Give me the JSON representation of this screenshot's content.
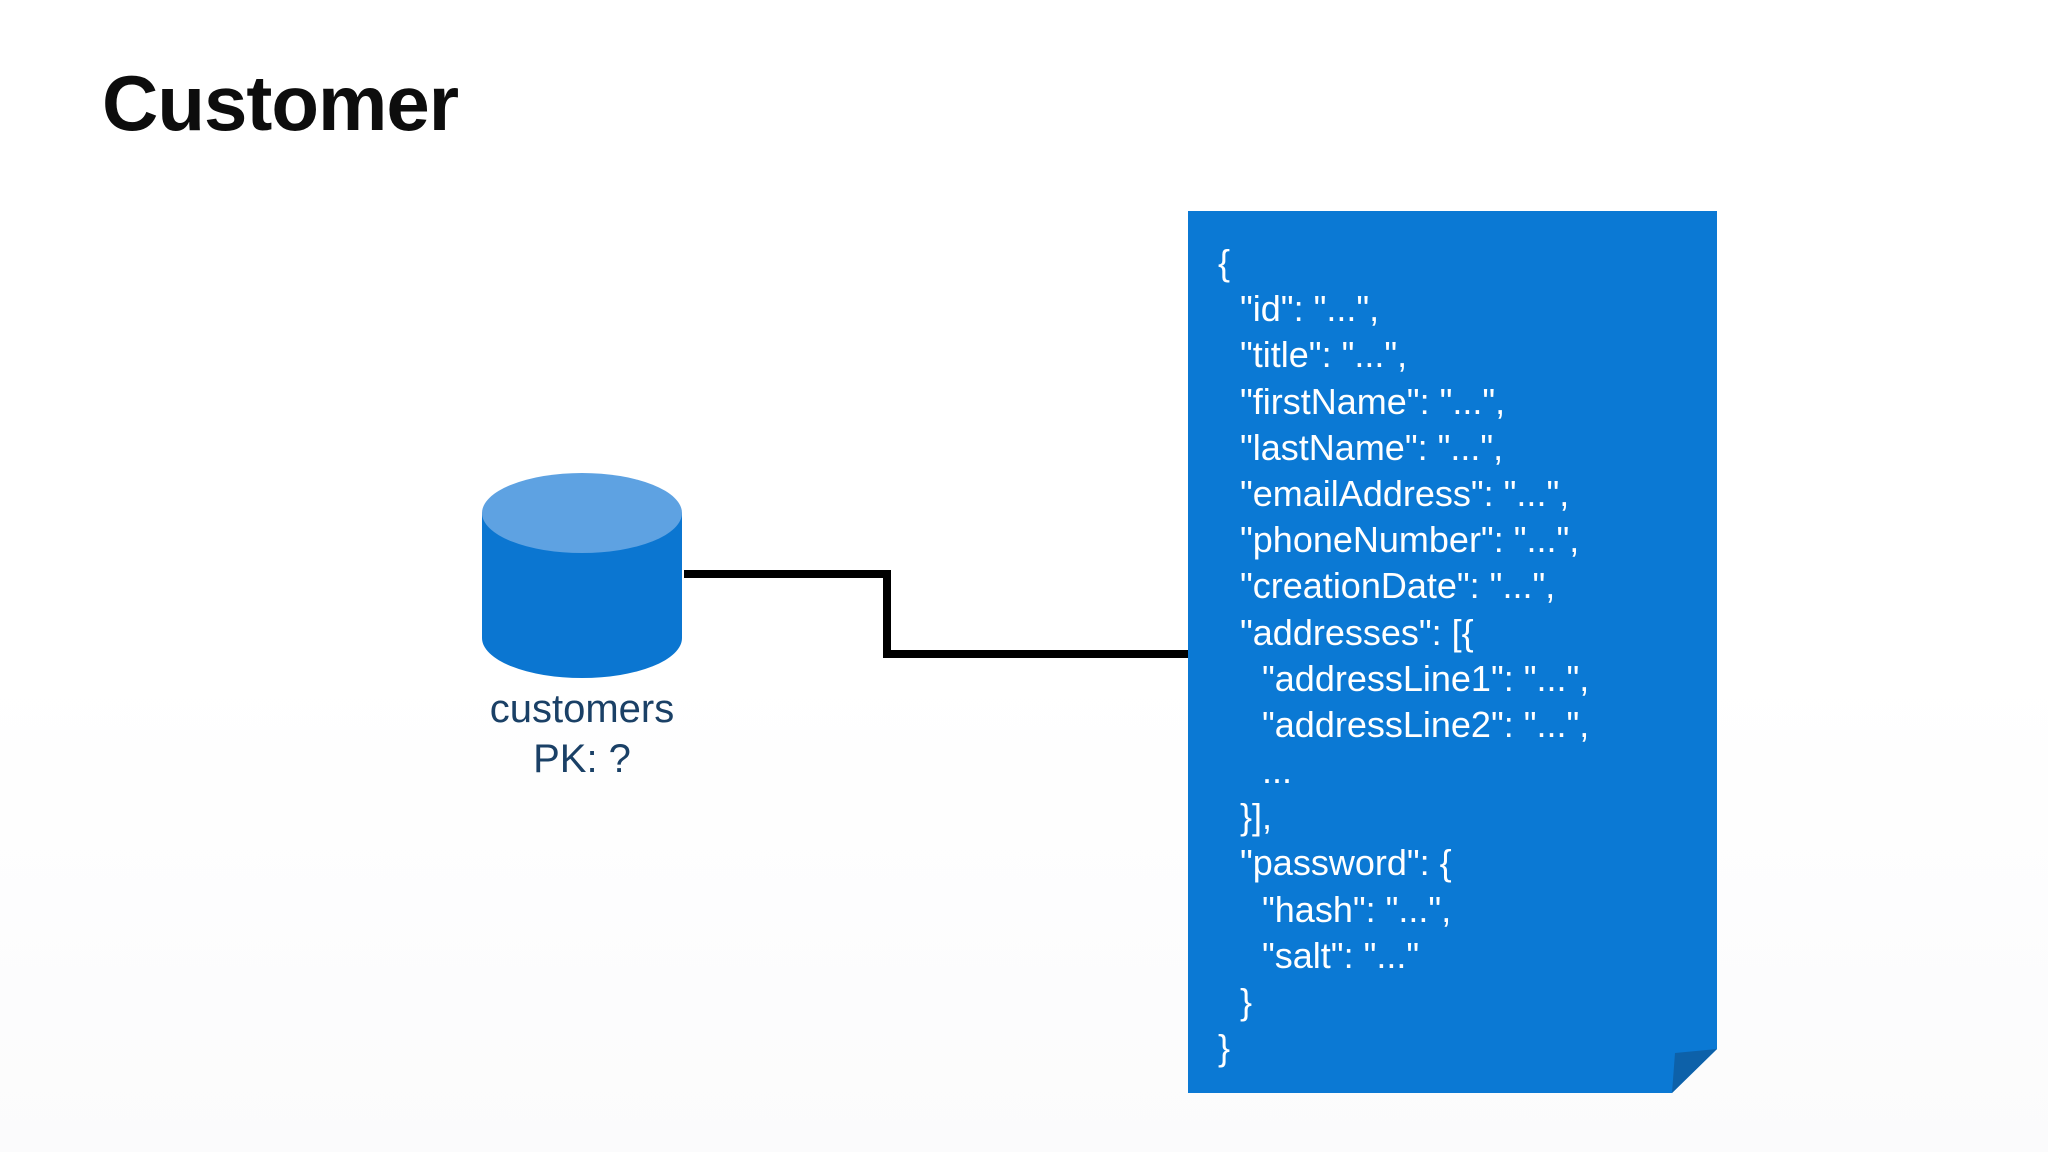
{
  "slide": {
    "title": "Customer"
  },
  "database": {
    "label": "customers",
    "pk_label": "PK: ?",
    "body_color": "#0b76d1",
    "top_color": "#5ea2e2",
    "label_color": "#1a4066"
  },
  "connector": {
    "color": "#000000"
  },
  "document_card": {
    "color": "#0b79d4",
    "fold_color": "#0d61a9",
    "text_color": "#ffffff",
    "lines": [
      {
        "text": "{",
        "indent": 0
      },
      {
        "text": "\"id\": \"...\",",
        "indent": 1
      },
      {
        "text": "\"title\": \"...\",",
        "indent": 1
      },
      {
        "text": "\"firstName\": \"...\",",
        "indent": 1
      },
      {
        "text": "\"lastName\": \"...\",",
        "indent": 1
      },
      {
        "text": "\"emailAddress\": \"...\",",
        "indent": 1
      },
      {
        "text": "\"phoneNumber\": \"...\",",
        "indent": 1
      },
      {
        "text": "\"creationDate\": \"...\",",
        "indent": 1
      },
      {
        "text": "\"addresses\": [{",
        "indent": 1
      },
      {
        "text": "\"addressLine1\": \"...\",",
        "indent": 2
      },
      {
        "text": "\"addressLine2\": \"...\",",
        "indent": 2
      },
      {
        "text": "...",
        "indent": 2
      },
      {
        "text": "}],",
        "indent": 1
      },
      {
        "text": "\"password\": {",
        "indent": 1
      },
      {
        "text": "\"hash\": \"...\",",
        "indent": 2
      },
      {
        "text": "\"salt\": \"...\"",
        "indent": 2
      },
      {
        "text": "}",
        "indent": 1
      },
      {
        "text": "}",
        "indent": 0
      }
    ]
  }
}
